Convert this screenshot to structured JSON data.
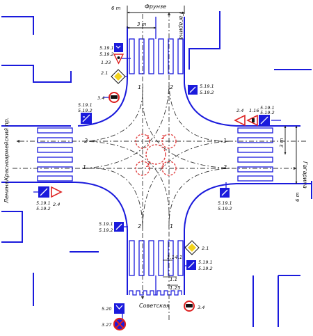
{
  "streets": {
    "top_left": "Фрунзе",
    "top_right": "Гагарина",
    "left": "Красноармейский пр.",
    "left_lower": "Ленина",
    "right": "Гагарина",
    "bottom": "Советская"
  },
  "dimensions": {
    "top_width": "6 m",
    "top_lane": "3 m",
    "right_width": "6 m",
    "right_lane": "3 m"
  },
  "labels": {
    "sign_5191_a": "5.19.1",
    "sign_5192_a": "5.19.2",
    "sign_123": "1.23",
    "sign_21_top": "2.1",
    "sign_34_top": "3.4",
    "left_5191": "5.19.1",
    "left_5192": "5.19.2",
    "top_right_5191": "5.19.1",
    "top_right_5192": "5.19.2",
    "right_24": "2.4",
    "right_116": "1.16",
    "right_5191": "5.19.1",
    "right_5192": "5.19.2",
    "bottom_left_5191": "5.19.1",
    "bottom_left_5192": "5.19.2",
    "left_lower_5191": "5.19.1",
    "left_lower_5192": "5.19.2",
    "left_lower_24": "2.4",
    "right_lower_5191": "5.19.1",
    "right_lower_5192": "5.19.2",
    "bottom_21": "2.1",
    "bottom_5191": "5.19.1",
    "bottom_5192": "5.19.2",
    "marking_141": "1.14.1",
    "marking_11": "1.1",
    "marking_125": "1.25",
    "sign_520": "5.20",
    "sign_327": "3.27",
    "sign_34_bottom": "3.4",
    "lane_1": "1",
    "lane_2": "2"
  },
  "colors": {
    "line": "#1a1adc",
    "sign_blue": "#1a1adc",
    "sign_red": "#d22222",
    "sign_yellow": "#f2d21a",
    "traffic_path": "#333333"
  }
}
